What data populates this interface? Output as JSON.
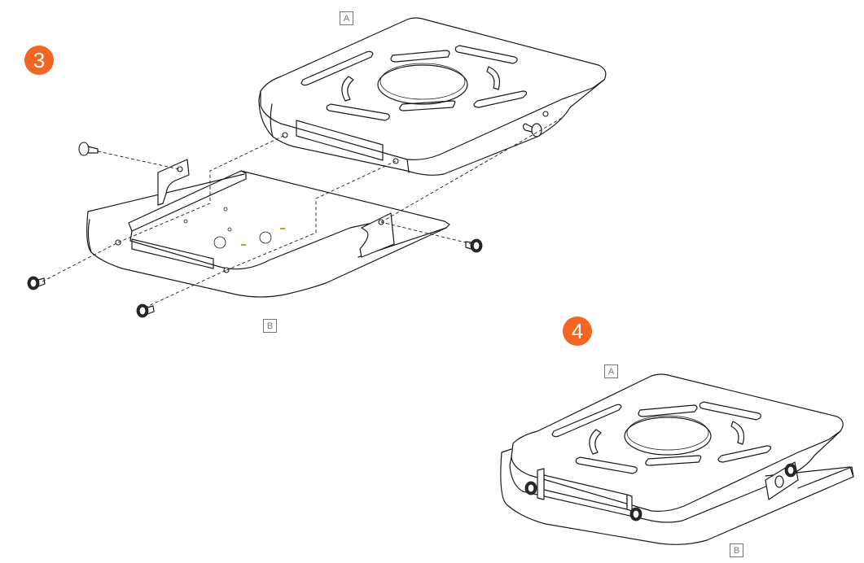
{
  "steps": [
    {
      "number": "3"
    },
    {
      "number": "4"
    }
  ],
  "labels": {
    "step3_part_a": "A",
    "step3_part_b": "B",
    "step4_part_a": "A",
    "step4_part_b": "B"
  },
  "colors": {
    "badge": "#f26522",
    "line": "#1a1a1a",
    "label_border": "#777777",
    "hole_accent": "#c8a000"
  },
  "icons": {
    "screw": "screw-icon",
    "mounting_plate": "mounting-plate-icon",
    "bracket": "bracket-icon"
  }
}
